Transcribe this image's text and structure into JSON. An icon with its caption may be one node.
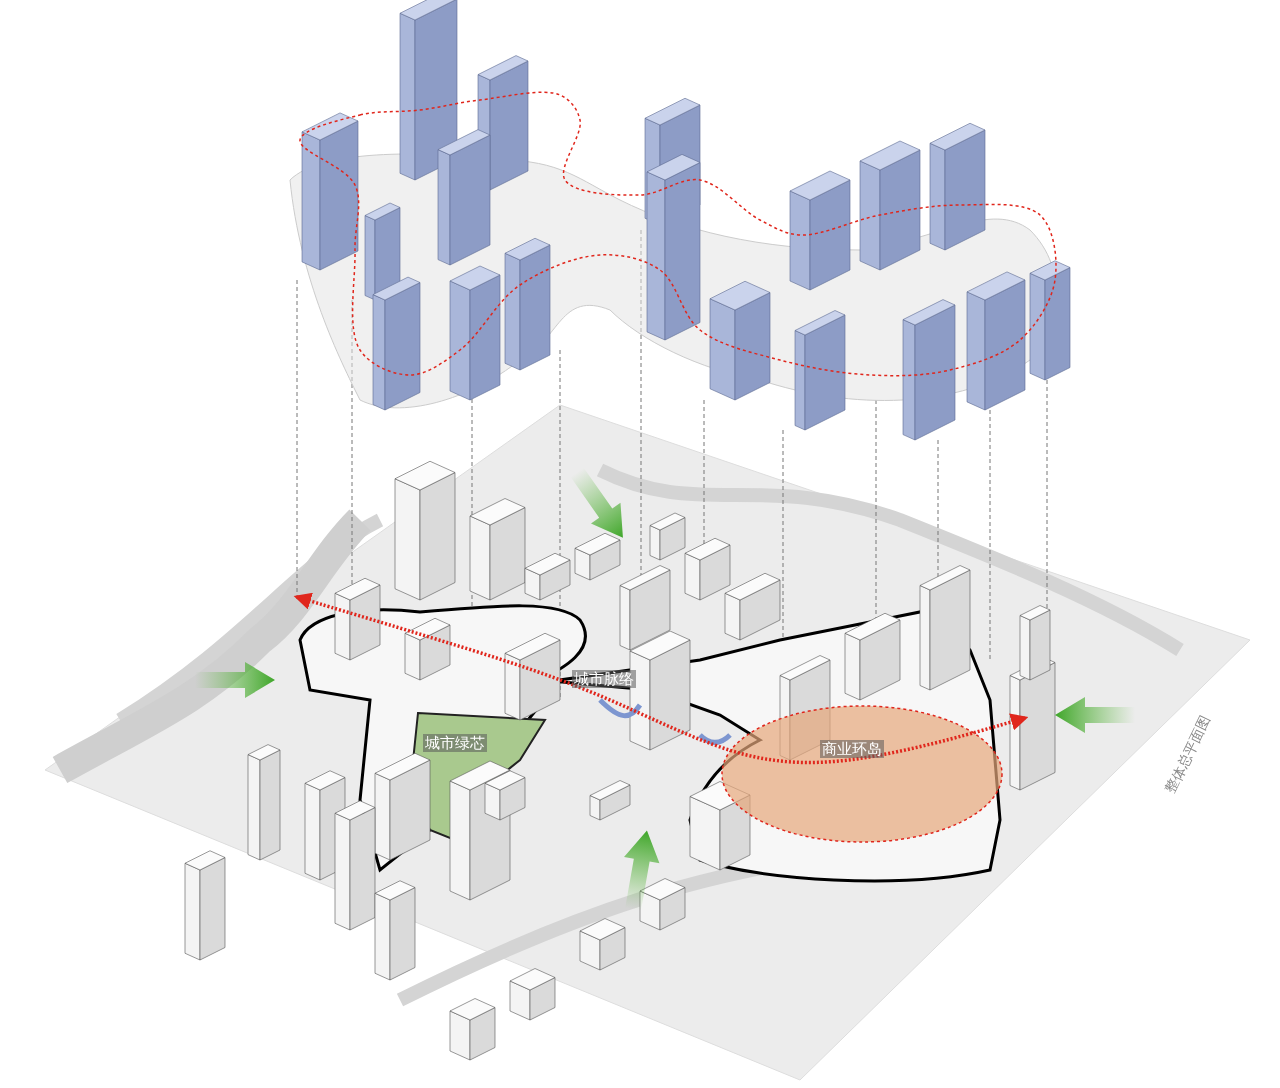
{
  "diagram": {
    "labels": [
      "城市脉络",
      "城市绿芯",
      "商业环岛",
      "整体总平面图"
    ]
  }
}
